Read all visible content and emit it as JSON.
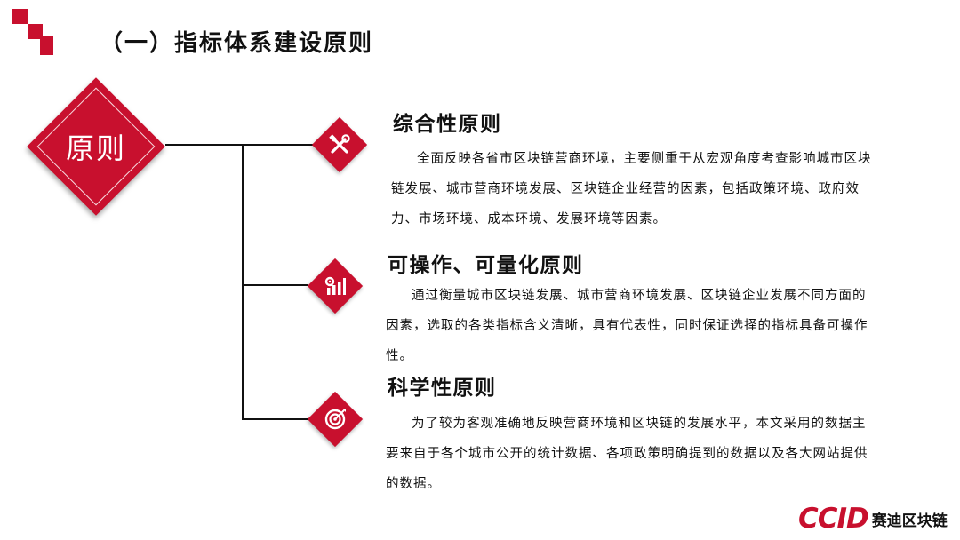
{
  "page_title": "（一）指标体系建设原则",
  "center_label": "原则",
  "sections": [
    {
      "title": "综合性原则",
      "icon": "tools-icon",
      "body": "全面反映各省市区块链营商环境，主要侧重于从宏观角度考查影响城市区块链发展、城市营商环境发展、区块链企业经营的因素，包括政策环境、政府效力、市场环境、成本环境、发展环境等因素。"
    },
    {
      "title": "可操作、可量化原则",
      "icon": "bar-chart-gear-icon",
      "body": "通过衡量城市区块链发展、城市营商环境发展、区块链企业发展不同方面的因素，选取的各类指标含义清晰，具有代表性，同时保证选择的指标具备可操作性。"
    },
    {
      "title": "科学性原则",
      "icon": "target-icon",
      "body": "为了较为客观准确地反映营商环境和区块链的发展水平，本文采用的数据主要来自于各个城市公开的统计数据、各项政策明确提到的数据以及各大网站提供的数据。"
    }
  ],
  "logo": {
    "mark": "CCID",
    "text": "赛迪区块链"
  },
  "colors": {
    "accent": "#c8102e",
    "text": "#111111",
    "background": "#ffffff"
  }
}
